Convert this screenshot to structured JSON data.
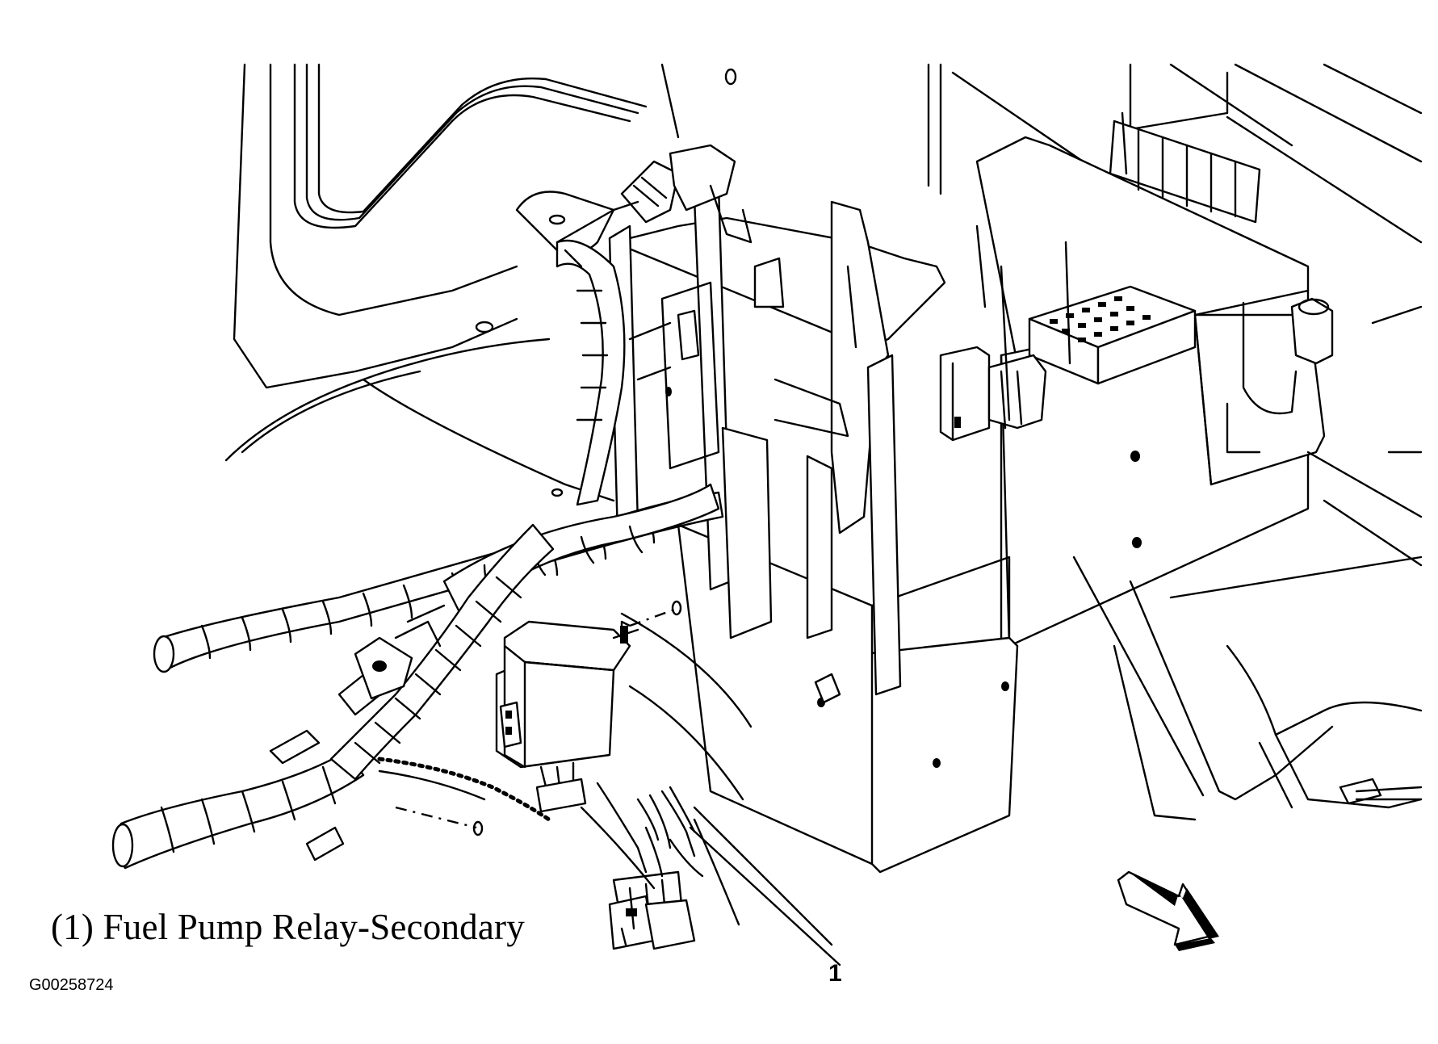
{
  "caption": "(1) Fuel Pump Relay-Secondary",
  "callout_number": "1",
  "figure_id": "G00258724",
  "icons": {
    "direction_arrow": "forward-arrow-icon"
  }
}
